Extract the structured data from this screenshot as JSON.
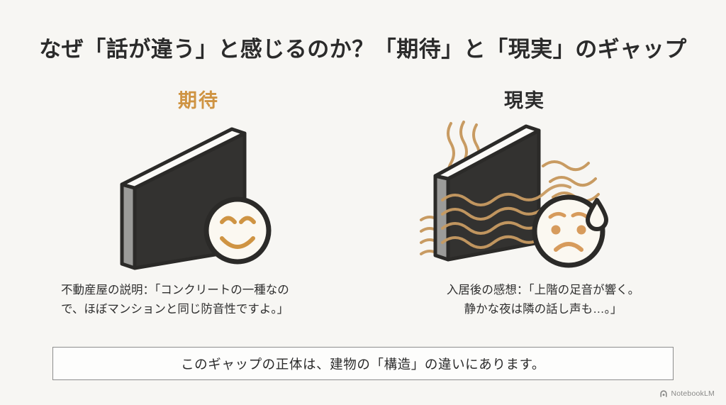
{
  "slide": {
    "title": "なぜ「話が違う」と感じるのか？「期待」と「現実」のギャップ",
    "background_color": "#f7f6f3"
  },
  "columns": [
    {
      "id": "expectation",
      "heading": "期待",
      "heading_color": "#cf9443",
      "caption": "不動産屋の説明：「コンクリートの一種なの\nで、ほぼマンションと同じ防音性ですよ。」",
      "illustration": {
        "type": "wall-slab",
        "face_color": "#333230",
        "side_color": "#9b9b99",
        "top_color": "#fbfaf7",
        "outline_color": "#2b2a28",
        "sound_waves": false,
        "face": {
          "name": "smiling-face",
          "fill": "#fbf8f1",
          "outline": "#2b2a28",
          "feature_color": "#cf9443"
        }
      }
    },
    {
      "id": "reality",
      "heading": "現実",
      "heading_color": "#2b2b2b",
      "caption": "入居後の感想：「上階の足音が響く。\n静かな夜は隣の話し声も…。」",
      "illustration": {
        "type": "wall-slab",
        "face_color": "#333230",
        "side_color": "#9b9b99",
        "top_color": "#fbfaf7",
        "outline_color": "#2b2a28",
        "sound_waves": true,
        "wave_color": "#c89b62",
        "face": {
          "name": "worried-face-with-sweat",
          "fill": "#fbf8f1",
          "outline": "#2b2a28",
          "feature_color": "#d79b5c"
        }
      }
    }
  ],
  "conclusion": {
    "text": "このギャップの正体は、建物の「構造」の違いにあります。",
    "border_color": "#8d8d8d"
  },
  "watermark": {
    "label": "NotebookLM",
    "icon": "notebooklm-logo-icon"
  }
}
